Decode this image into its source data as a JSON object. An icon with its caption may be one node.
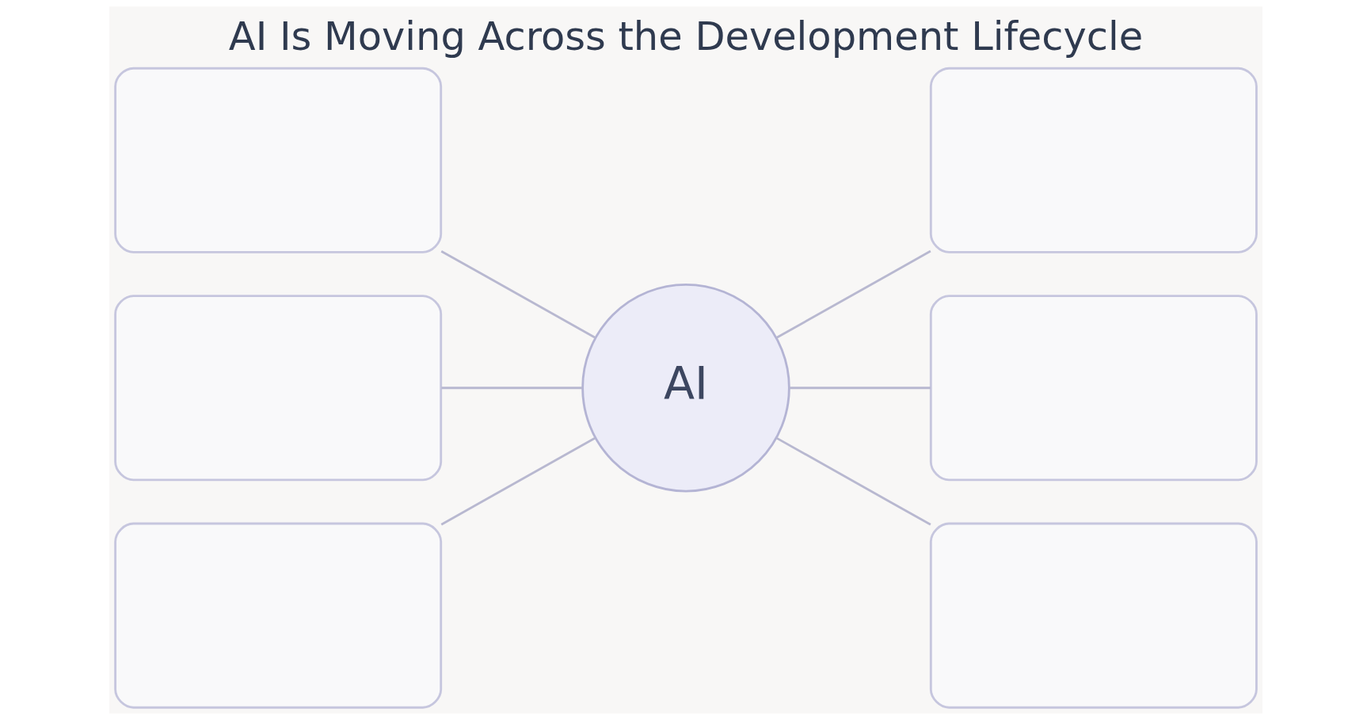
{
  "diagram": {
    "title": "AI Is Moving Across the Development Lifecycle",
    "nodes": [
      {
        "text": [],
        "shape": "box"
      },
      {
        "text": [],
        "shape": "box"
      },
      {
        "text": [],
        "shape": "box"
      },
      {
        "text": [
          "AI"
        ]
      },
      {
        "text": [],
        "shape": "box"
      },
      {
        "text": [],
        "shape": "box"
      },
      {
        "text": [],
        "shape": "box"
      }
    ],
    "edges": [
      {
        "from": 0,
        "to": 3,
        "arrow": "none"
      },
      {
        "from": 3,
        "to": 1,
        "arrow": "none"
      },
      {
        "from": 2,
        "to": 3,
        "arrow": "none"
      },
      {
        "from": 3,
        "to": 4,
        "arrow": "none"
      },
      {
        "from": 5,
        "to": 3,
        "arrow": "none"
      },
      {
        "from": 3,
        "to": 6,
        "arrow": "none"
      }
    ]
  }
}
